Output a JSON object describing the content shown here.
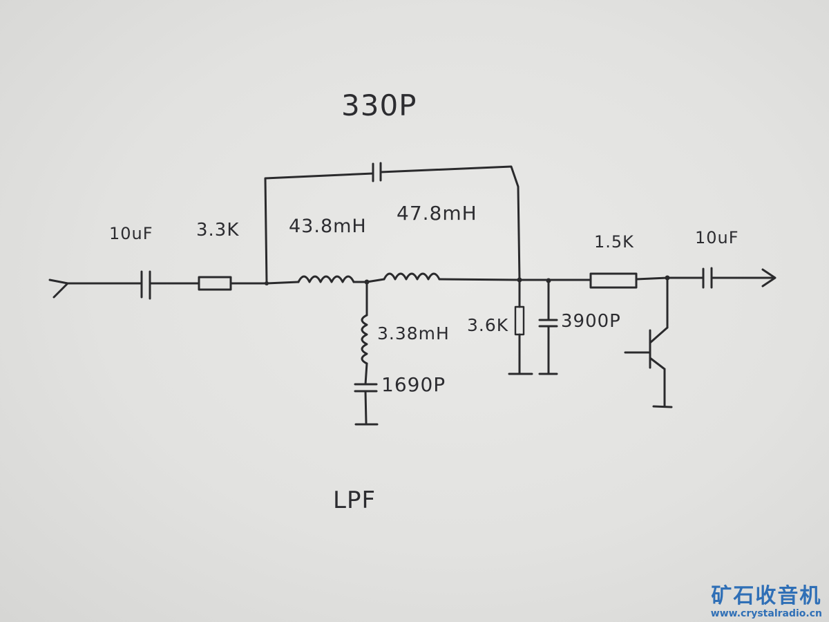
{
  "diagram": {
    "title": "LPF",
    "components": {
      "input_cap": "10uF",
      "input_resistor": "3.3K",
      "bridge_cap": "330P",
      "inductor_1": "43.8mH",
      "inductor_2": "47.8mH",
      "shunt_inductor": "3.38mH",
      "shunt_cap": "1690P",
      "load_resistor": "3.6K",
      "output_shunt_cap": "3900P",
      "series_resistor": "1.5K",
      "output_cap": "10uF"
    }
  },
  "watermark": {
    "site_name_cn": "矿石收音机",
    "url": "www.crystalradio.cn"
  },
  "colors": {
    "ink": "#2a2a2c",
    "paper": "#e4e4e2",
    "watermark": "#2f6fb6"
  }
}
